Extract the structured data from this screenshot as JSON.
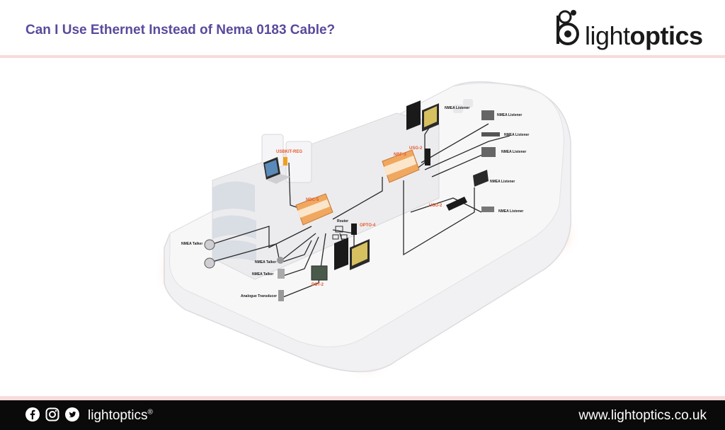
{
  "header": {
    "title": "Can I Use Ethernet Instead of Nema 0183 Cable?",
    "logo_text_light": "light",
    "logo_text_bold": "optics"
  },
  "diagram": {
    "labels": {
      "usbkit": "USBKIT-REG",
      "ndc5": "NDC-5",
      "nbf3": "NBF-3",
      "usg2_top": "USG-2",
      "usg2_mid": "USG-2",
      "opto4": "OPTO-4",
      "dst2": "DST-2",
      "router": "Router",
      "talker1": "NMEA Talker",
      "talker2": "NMEA Talker",
      "talker3": "NMEA Talker",
      "analogue": "Analogue Transducer",
      "listener1": "NMEA Listener",
      "listener2": "NMEA Listener",
      "listener3": "NMEA Listener",
      "listener4": "NMEA Listener",
      "listener5": "NMEA Listener",
      "listener6": "NMEA Listener"
    },
    "colors": {
      "accent_orange": "#e8572a",
      "wire": "#2a2a2a",
      "ship_hull": "#f1f1f3",
      "ship_glow": "#f3b08a",
      "title_purple": "#5a4a9c"
    }
  },
  "footer": {
    "brand": "lightoptics",
    "brand_mark": "®",
    "url": "www.lightoptics.co.uk",
    "social_icons": [
      "facebook-icon",
      "instagram-icon",
      "twitter-icon"
    ]
  }
}
